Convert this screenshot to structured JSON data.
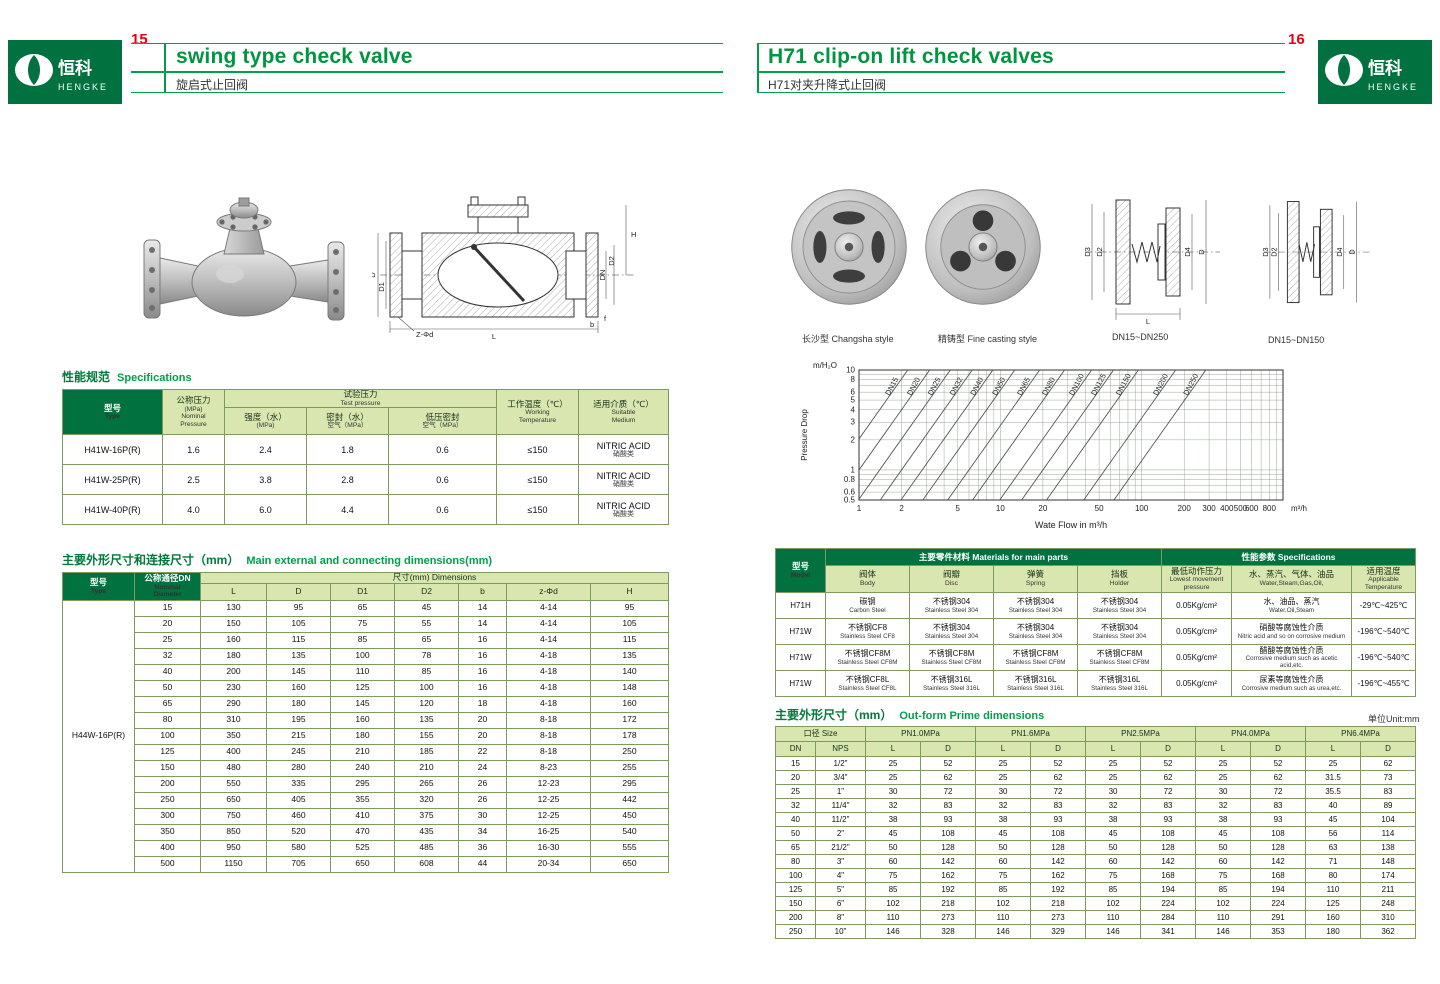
{
  "brand": {
    "zh": "恒科",
    "en": "HENGKE"
  },
  "page_left": {
    "page_no": "15",
    "title_en": "swing type check valve",
    "title_zh": "旋启式止回阀",
    "sections": {
      "specs_zh": "性能规范",
      "specs_en": "Specifications",
      "dims_zh": "主要外形尺寸和连接尺寸（mm）",
      "dims_en": "Main external and connecting dimensions(mm)"
    },
    "drawing": {
      "h": "H",
      "d": "D",
      "d1": "D1",
      "dn": "DN",
      "d2": "D2",
      "b": "b",
      "f": "f",
      "z": "Z-Φd",
      "l": "L"
    },
    "spec_table": {
      "h_type": [
        "型号",
        "Type"
      ],
      "h_nominal": [
        "公称压力",
        "(MPa)",
        "Nominal",
        "Pressure"
      ],
      "h_test": [
        "试验压力",
        "Test pressure"
      ],
      "h_strength": [
        "强度（水）",
        "(MPa)"
      ],
      "h_seal": [
        "密封（水）",
        "空气（MPa）"
      ],
      "h_lowseal": [
        "低压密封",
        "空气（MPa）"
      ],
      "h_working": [
        "工作温度（℃）",
        "Working",
        "Temperature"
      ],
      "h_medium": [
        "适用介质（℃）",
        "Suitable",
        "Medium"
      ],
      "rows": [
        [
          "H41W-16P(R)",
          "1.6",
          "2.4",
          "1.8",
          "0.6",
          "≤150",
          [
            "NITRIC ACID",
            "硝酸类"
          ]
        ],
        [
          "H41W-25P(R)",
          "2.5",
          "3.8",
          "2.8",
          "0.6",
          "≤150",
          [
            "NITRIC ACID",
            "硝酸类"
          ]
        ],
        [
          "H41W-40P(R)",
          "4.0",
          "6.0",
          "4.4",
          "0.6",
          "≤150",
          [
            "NITRIC ACID",
            "硝酸类"
          ]
        ]
      ]
    },
    "dims_table": {
      "h_type": [
        "型号",
        "Type"
      ],
      "h_dn": [
        "公称通径DN",
        "Nominal",
        "Diameter"
      ],
      "h_dims": "尺寸(mm) Dimensions",
      "columns": [
        "L",
        "D",
        "D1",
        "D2",
        "b",
        "z-Φd",
        "H"
      ],
      "type_label": "H44W-16P(R)",
      "rows": [
        [
          "15",
          "130",
          "95",
          "65",
          "45",
          "14",
          "4-14",
          "95"
        ],
        [
          "20",
          "150",
          "105",
          "75",
          "55",
          "14",
          "4-14",
          "105"
        ],
        [
          "25",
          "160",
          "115",
          "85",
          "65",
          "16",
          "4-14",
          "115"
        ],
        [
          "32",
          "180",
          "135",
          "100",
          "78",
          "16",
          "4-18",
          "135"
        ],
        [
          "40",
          "200",
          "145",
          "110",
          "85",
          "16",
          "4-18",
          "140"
        ],
        [
          "50",
          "230",
          "160",
          "125",
          "100",
          "16",
          "4-18",
          "148"
        ],
        [
          "65",
          "290",
          "180",
          "145",
          "120",
          "18",
          "4-18",
          "160"
        ],
        [
          "80",
          "310",
          "195",
          "160",
          "135",
          "20",
          "8-18",
          "172"
        ],
        [
          "100",
          "350",
          "215",
          "180",
          "155",
          "20",
          "8-18",
          "178"
        ],
        [
          "125",
          "400",
          "245",
          "210",
          "185",
          "22",
          "8-18",
          "250"
        ],
        [
          "150",
          "480",
          "280",
          "240",
          "210",
          "24",
          "8-23",
          "255"
        ],
        [
          "200",
          "550",
          "335",
          "295",
          "265",
          "26",
          "12-23",
          "295"
        ],
        [
          "250",
          "650",
          "405",
          "355",
          "320",
          "26",
          "12-25",
          "442"
        ],
        [
          "300",
          "750",
          "460",
          "410",
          "375",
          "30",
          "12-25",
          "450"
        ],
        [
          "350",
          "850",
          "520",
          "470",
          "435",
          "34",
          "16-25",
          "540"
        ],
        [
          "400",
          "950",
          "580",
          "525",
          "485",
          "36",
          "16-30",
          "555"
        ],
        [
          "500",
          "1150",
          "705",
          "650",
          "608",
          "44",
          "20-34",
          "650"
        ]
      ]
    }
  },
  "page_right": {
    "page_no": "16",
    "title_en": "H71 clip-on lift check valves",
    "title_zh": "H71对夹升降式止回阀",
    "captions": {
      "photo1": "长沙型 Changsha style",
      "photo2": "精铸型 Fine casting style",
      "drawing1": "DN15~DN250",
      "drawing2": "DN15~DN150"
    },
    "drawing": {
      "d3": "D3",
      "d2": "D2",
      "d4": "D4",
      "d": "D",
      "l": "L"
    },
    "chart": {
      "type": "line",
      "y_unit": "m/H₂O",
      "ylabel": "Pressure Drop",
      "x_caption": "Wate Flow in m³/h",
      "x_unit": "m³/h",
      "y_ticks": [
        10,
        8,
        6,
        5,
        4,
        3,
        2,
        1,
        0.8,
        0.6,
        0.5
      ],
      "x_ticks": [
        1,
        2,
        5,
        10,
        20,
        50,
        100,
        200,
        300,
        400,
        500,
        600,
        800
      ],
      "x_range": [
        1,
        1000
      ],
      "y_range": [
        0.5,
        10
      ],
      "series": [
        {
          "name": "DN15",
          "flow_at_1m": 0.7
        },
        {
          "name": "DN20",
          "flow_at_1m": 1.0
        },
        {
          "name": "DN25",
          "flow_at_1m": 1.4
        },
        {
          "name": "DN32",
          "flow_at_1m": 2.0
        },
        {
          "name": "DN40",
          "flow_at_1m": 2.8
        },
        {
          "name": "DN50",
          "flow_at_1m": 4.0
        },
        {
          "name": "DN65",
          "flow_at_1m": 6.0
        },
        {
          "name": "DN80",
          "flow_at_1m": 9.0
        },
        {
          "name": "DN100",
          "flow_at_1m": 14
        },
        {
          "name": "DN125",
          "flow_at_1m": 20
        },
        {
          "name": "DN150",
          "flow_at_1m": 30
        },
        {
          "name": "DN200",
          "flow_at_1m": 55
        },
        {
          "name": "DN250",
          "flow_at_1m": 90
        }
      ]
    },
    "materials_table": {
      "h_model": [
        "型号",
        "Model"
      ],
      "h_parts": "主要零件材料 Materials for main parts",
      "h_specs": "性能参数 Specifications",
      "h_body": [
        "阀体",
        "Body"
      ],
      "h_disc": [
        "阀瓣",
        "Disc"
      ],
      "h_spring": [
        "弹簧",
        "Spring"
      ],
      "h_holder": [
        "挡板",
        "Holder"
      ],
      "h_pressure": [
        "最低动作压力",
        "Lowest movement",
        "pressure"
      ],
      "h_media": [
        "水、蒸汽、气体、油品",
        "Water,Steam,Gas,Oil,"
      ],
      "h_temp": [
        "适用温度",
        "Applicable",
        "Temperature"
      ],
      "rows": [
        [
          "H71H",
          [
            "碳钢",
            "Carbon Steel"
          ],
          [
            "不锈钢304",
            "Stainless Steel 304"
          ],
          [
            "不锈钢304",
            "Stainless Steel 304"
          ],
          [
            "不锈钢304",
            "Stainless Steel 304"
          ],
          "0.05Kg/cm²",
          [
            "水、油品、蒸汽",
            "Water,Oil,Steam"
          ],
          "-29℃~425℃"
        ],
        [
          "H71W",
          [
            "不锈钢CF8",
            "Stainless Steel CF8"
          ],
          [
            "不锈钢304",
            "Stainless Steel 304"
          ],
          [
            "不锈钢304",
            "Stainless Steel 304"
          ],
          [
            "不锈钢304",
            "Stainless Steel 304"
          ],
          "0.05Kg/cm²",
          [
            "硝酸等腐蚀性介质",
            "Nitric acid and so on corrosive medium"
          ],
          "-196℃~540℃"
        ],
        [
          "H71W",
          [
            "不锈钢CF8M",
            "Stainless Steel CF8M"
          ],
          [
            "不锈钢CF8M",
            "Stainless Steel CF8M"
          ],
          [
            "不锈钢CF8M",
            "Stainless Steel CF8M"
          ],
          [
            "不锈钢CF8M",
            "Stainless Steel CF8M"
          ],
          "0.05Kg/cm²",
          [
            "醋酸等腐蚀性介质",
            "Corrosive medium such as acetic acid,etc."
          ],
          "-196℃~540℃"
        ],
        [
          "H71W",
          [
            "不锈钢CF8L",
            "Stainless Steel CF8L"
          ],
          [
            "不锈钢316L",
            "Stainless Steel 316L"
          ],
          [
            "不锈钢316L",
            "Stainless Steel 316L"
          ],
          [
            "不锈钢316L",
            "Stainless Steel 316L"
          ],
          "0.05Kg/cm²",
          [
            "尿素等腐蚀性介质",
            "Corrosive medium such as urea,etc."
          ],
          "-196℃~455℃"
        ]
      ]
    },
    "sections": {
      "outform_zh": "主要外形尺寸（mm）",
      "outform_en": "Out-form Prime dimensions"
    },
    "unit_note": "单位Unit:mm",
    "outform_table": {
      "h_size": "口径 Size",
      "h_dn": "DN",
      "h_nps": "NPS",
      "h_l": "L",
      "h_d": "D",
      "pn_groups": [
        "PN1.0MPa",
        "PN1.6MPa",
        "PN2.5MPa",
        "PN4.0MPa",
        "PN6.4MPa"
      ],
      "rows": [
        [
          "15",
          "1/2\"",
          "25",
          "52",
          "25",
          "52",
          "25",
          "52",
          "25",
          "52",
          "25",
          "62"
        ],
        [
          "20",
          "3/4\"",
          "25",
          "62",
          "25",
          "62",
          "25",
          "62",
          "25",
          "62",
          "31.5",
          "73"
        ],
        [
          "25",
          "1\"",
          "30",
          "72",
          "30",
          "72",
          "30",
          "72",
          "30",
          "72",
          "35.5",
          "83"
        ],
        [
          "32",
          "11/4\"",
          "32",
          "83",
          "32",
          "83",
          "32",
          "83",
          "32",
          "83",
          "40",
          "89"
        ],
        [
          "40",
          "11/2\"",
          "38",
          "93",
          "38",
          "93",
          "38",
          "93",
          "38",
          "93",
          "45",
          "104"
        ],
        [
          "50",
          "2\"",
          "45",
          "108",
          "45",
          "108",
          "45",
          "108",
          "45",
          "108",
          "56",
          "114"
        ],
        [
          "65",
          "21/2\"",
          "50",
          "128",
          "50",
          "128",
          "50",
          "128",
          "50",
          "128",
          "63",
          "138"
        ],
        [
          "80",
          "3\"",
          "60",
          "142",
          "60",
          "142",
          "60",
          "142",
          "60",
          "142",
          "71",
          "148"
        ],
        [
          "100",
          "4\"",
          "75",
          "162",
          "75",
          "162",
          "75",
          "168",
          "75",
          "168",
          "80",
          "174"
        ],
        [
          "125",
          "5\"",
          "85",
          "192",
          "85",
          "192",
          "85",
          "194",
          "85",
          "194",
          "110",
          "211"
        ],
        [
          "150",
          "6\"",
          "102",
          "218",
          "102",
          "218",
          "102",
          "224",
          "102",
          "224",
          "125",
          "248"
        ],
        [
          "200",
          "8\"",
          "110",
          "273",
          "110",
          "273",
          "110",
          "284",
          "110",
          "291",
          "160",
          "310"
        ],
        [
          "250",
          "10\"",
          "146",
          "328",
          "146",
          "329",
          "146",
          "341",
          "146",
          "353",
          "180",
          "362"
        ]
      ]
    }
  }
}
